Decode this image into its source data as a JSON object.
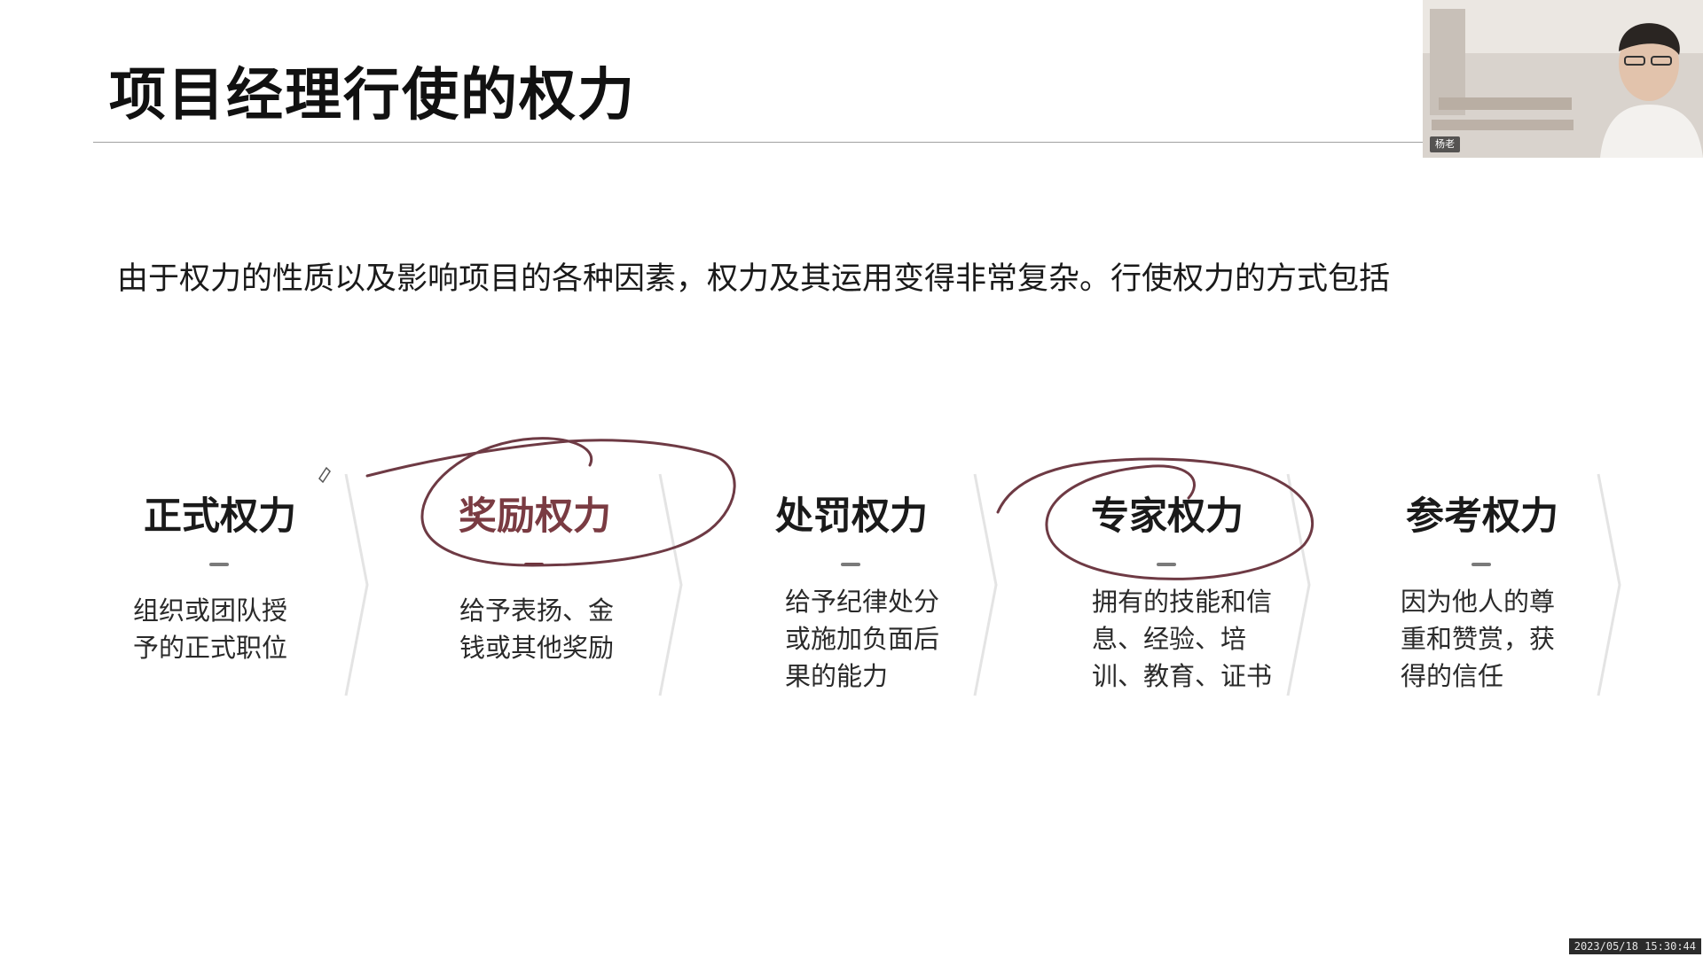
{
  "slide": {
    "title": "项目经理行使的权力",
    "intro": "由于权力的性质以及影响项目的各种因素，权力及其运用变得非常复杂。行使权力的方式包括",
    "columns": [
      {
        "heading": "正式权力",
        "desc": "组织或团队授予的正式职位",
        "accent": false
      },
      {
        "heading": "奖励权力",
        "desc": "给予表扬、金钱或其他奖励",
        "accent": true
      },
      {
        "heading": "处罚权力",
        "desc": "给予纪律处分或施加负面后果的能力",
        "accent": false
      },
      {
        "heading": "专家权力",
        "desc": "拥有的技能和信息、经验、培训、教育、证书",
        "accent": false
      },
      {
        "heading": "参考权力",
        "desc": "因为他人的尊重和赞赏，获得的信任",
        "accent": false
      }
    ]
  },
  "webcam": {
    "name_badge": "杨老",
    "icon": "person-video-icon"
  },
  "overlay": {
    "timestamp": "2023/05/18 15:30:44"
  },
  "colors": {
    "accent": "#7a3b42",
    "ink": "#6e3a44",
    "text": "#1a1a1a"
  }
}
